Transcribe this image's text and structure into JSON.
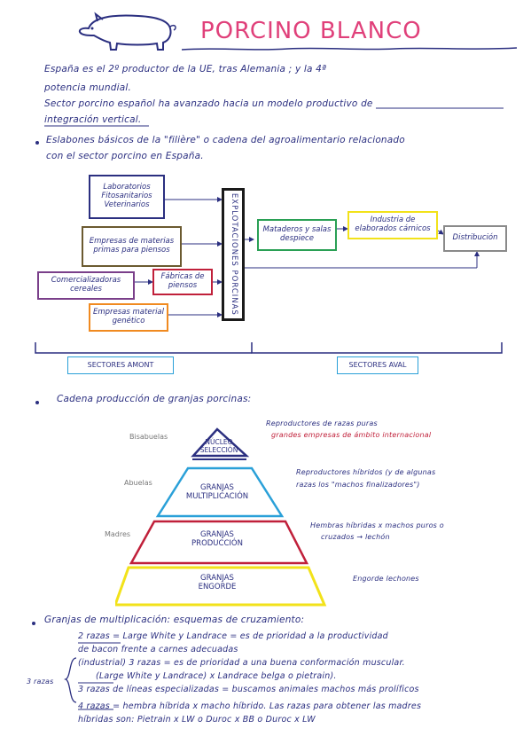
{
  "title": "PORCINO BLANCO",
  "intro": {
    "line1": "España es el 2º productor de la UE, tras Alemania ; y la 4ª",
    "line2": "potencia mundial.",
    "line3": "Sector porcino español ha avanzado hacia un modelo productivo de",
    "line4": "integración vertical."
  },
  "section1": {
    "line1": "Eslabones básicos de la \"filière\" o cadena del agroalimentario relacionado",
    "line2": "con el sector porcino en España."
  },
  "flow": {
    "left_boxes": [
      "Laboratorios Fitosanitarios Veterinarios",
      "Empresas de materias primas para piensos",
      "Comercializadoras cereales",
      "Empresas material genético"
    ],
    "feed_factory": "Fábricas de piensos",
    "central": "EXPLOTACIONES PORCINAS",
    "slaughter": "Mataderos y salas despiece",
    "industry": "Industria de elaborados cárnicos",
    "distribution": "Distribución",
    "upstream_label": "SECTORES AMONT",
    "downstream_label": "SECTORES AVAL"
  },
  "section2": {
    "line": "Cadena producción de granjas porcinas:"
  },
  "pyramid": {
    "levels": [
      {
        "name_l1": "NÚCLEO",
        "name_l2": "SELECCIÓN",
        "side": "Bisabuelas",
        "color": "#2b2f80"
      },
      {
        "name_l1": "GRANJAS",
        "name_l2": "MULTIPLICACIÓN",
        "side": "Abuelas",
        "color": "#2aa0d8"
      },
      {
        "name_l1": "GRANJAS",
        "name_l2": "PRODUCCIÓN",
        "side": "Madres",
        "color": "#c0203a"
      },
      {
        "name_l1": "GRANJAS",
        "name_l2": "ENGORDE",
        "side": "",
        "color": "#f2e21a"
      }
    ],
    "notes": [
      {
        "l1": "Reproductores de razas puras",
        "l2": "grandes empresas de ámbito internacional"
      },
      {
        "l1": "Reproductores híbridos (y de algunas",
        "l2": "razas los \"machos finalizadores\")"
      },
      {
        "l1": "Hembras híbridas x machos puros o",
        "l2": "cruzados → lechón"
      },
      {
        "l1": "Engorde lechones",
        "l2": ""
      }
    ]
  },
  "section3": {
    "line1": "Granjas de multiplicación: esquemas de cruzamiento:",
    "line2": "2 razas = Large White y Landrace = es de prioridad a la productividad",
    "line3": "de bacon frente a carnes adecuadas",
    "line4": "(industrial)   3 razas = es de prioridad a una buena conformación muscular.",
    "line5": "(Large White y Landrace) x Landrace belga o pietrain).",
    "line6": "3 razas de líneas especializadas = buscamos animales machos más prolíficos",
    "line7": "4 razas = hembra híbrida x macho híbrido. Las razas para obtener las madres",
    "line8": "híbridas son: Pietrain x LW  o  Duroc x BB  o  Duroc x LW",
    "brace_label": "3 razas"
  }
}
